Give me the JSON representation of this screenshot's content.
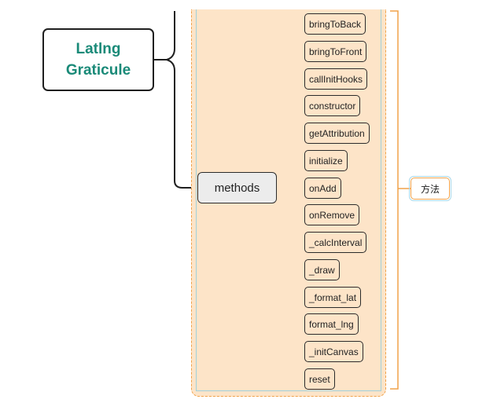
{
  "diagram": {
    "root": {
      "line1": "Latlng",
      "line2": "Graticule"
    },
    "methods_label": "methods",
    "callout_label": "方法",
    "leaves": [
      "bringToBack",
      "bringToFront",
      "callInitHooks",
      "constructor",
      "getAttribution",
      "initialize",
      "onAdd",
      "onRemove",
      "_calcInterval",
      "_draw",
      "_format_lat",
      "format_lng",
      "_initCanvas",
      "reset"
    ]
  },
  "colors": {
    "root_text": "#1a8a78",
    "group_fill": "#fde4c8",
    "group_border": "#f0a24a",
    "inner_border": "#9fd0dc",
    "methods_fill": "#ececec",
    "outline": "#2b2b2b"
  }
}
